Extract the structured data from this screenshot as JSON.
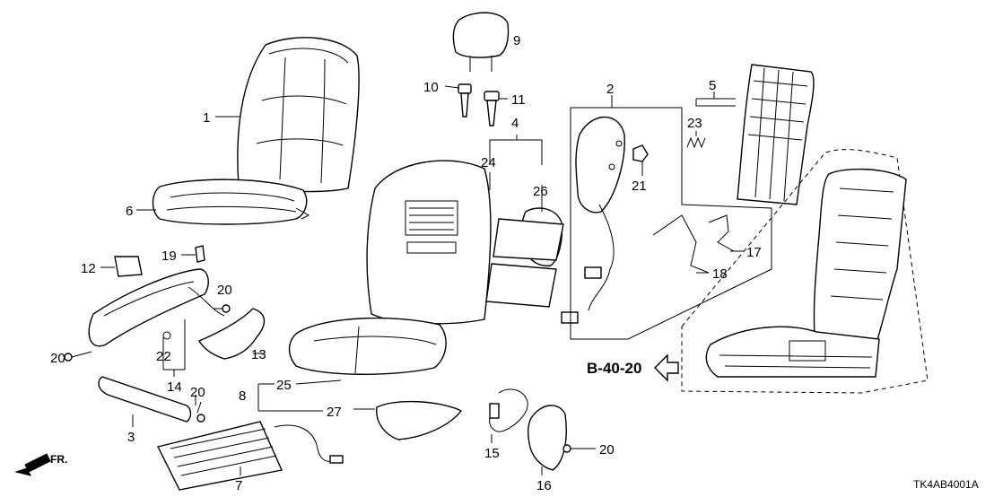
{
  "callouts": [
    {
      "id": "c1",
      "text": "1"
    },
    {
      "id": "c2",
      "text": "2"
    },
    {
      "id": "c3",
      "text": "3"
    },
    {
      "id": "c4",
      "text": "4"
    },
    {
      "id": "c5",
      "text": "5"
    },
    {
      "id": "c6",
      "text": "6"
    },
    {
      "id": "c7",
      "text": "7"
    },
    {
      "id": "c8",
      "text": "8"
    },
    {
      "id": "c9",
      "text": "9"
    },
    {
      "id": "c10",
      "text": "10"
    },
    {
      "id": "c11",
      "text": "11"
    },
    {
      "id": "c12",
      "text": "12"
    },
    {
      "id": "c13",
      "text": "13"
    },
    {
      "id": "c14",
      "text": "14"
    },
    {
      "id": "c15",
      "text": "15"
    },
    {
      "id": "c16",
      "text": "16"
    },
    {
      "id": "c17",
      "text": "17"
    },
    {
      "id": "c18",
      "text": "18"
    },
    {
      "id": "c19",
      "text": "19"
    },
    {
      "id": "c20a",
      "text": "20"
    },
    {
      "id": "c20b",
      "text": "20"
    },
    {
      "id": "c20c",
      "text": "20"
    },
    {
      "id": "c20d",
      "text": "20"
    },
    {
      "id": "c21",
      "text": "21"
    },
    {
      "id": "c22",
      "text": "22"
    },
    {
      "id": "c23",
      "text": "23"
    },
    {
      "id": "c24",
      "text": "24"
    },
    {
      "id": "c25",
      "text": "25"
    },
    {
      "id": "c26",
      "text": "26"
    },
    {
      "id": "c27",
      "text": "27"
    }
  ],
  "reference": "B-40-20",
  "direction": "FR.",
  "diagram_code": "TK4AB4001A"
}
